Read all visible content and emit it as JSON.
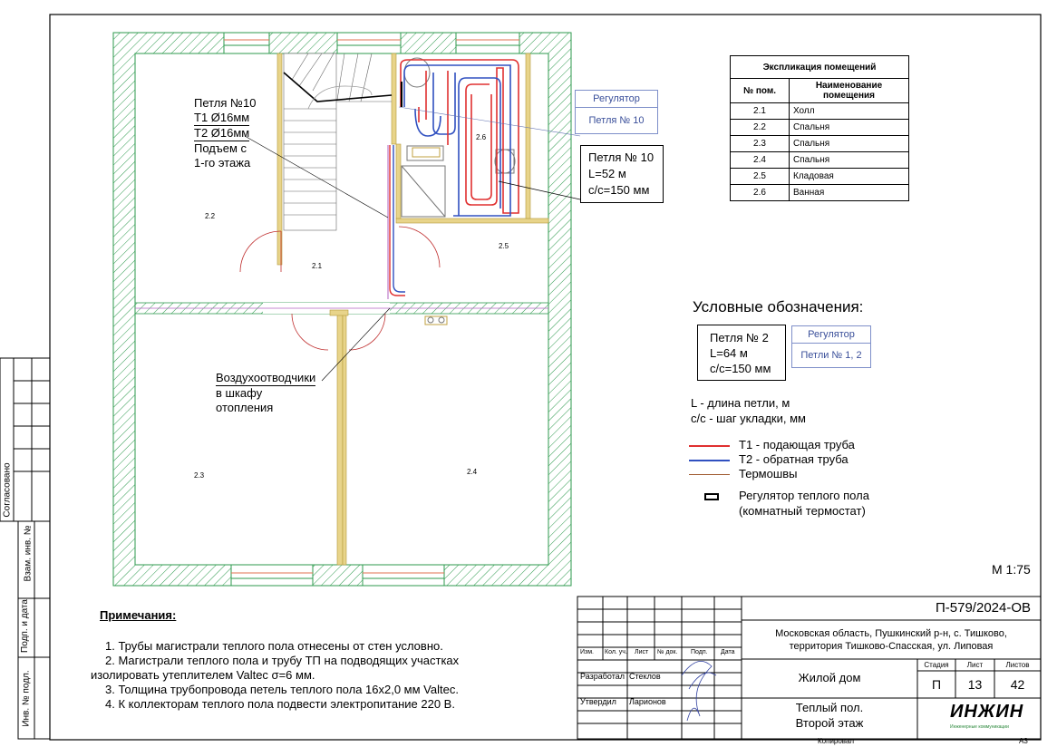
{
  "explication": {
    "title": "Экспликация помещений",
    "col_num": "№ пом.",
    "col_name": "Наименование помещения",
    "rows": [
      {
        "num": "2.1",
        "name": "Холл"
      },
      {
        "num": "2.2",
        "name": "Спальня"
      },
      {
        "num": "2.3",
        "name": "Спальня"
      },
      {
        "num": "2.4",
        "name": "Спальня"
      },
      {
        "num": "2.5",
        "name": "Кладовая"
      },
      {
        "num": "2.6",
        "name": "Ванная"
      }
    ]
  },
  "plan": {
    "rooms": [
      "2.2",
      "2.1",
      "2.6",
      "2.5",
      "2.3",
      "2.4"
    ],
    "loop_label": {
      "title": "Петля №10",
      "t1": "Т1 Ø16мм",
      "t2": "Т2 Ø16мм",
      "rise_1": "Подъем с",
      "rise_2": "1-го этажа"
    },
    "air_label": {
      "line1": "Воздухоотводчики",
      "line2": "в шкафу",
      "line3": "отопления"
    },
    "regulator": {
      "title": "Регулятор",
      "value": "Петля № 10"
    },
    "loop_box": {
      "line1": "Петля № 10",
      "line2": "L=52 м",
      "line3": "с/с=150 мм"
    }
  },
  "legend": {
    "title": "Условные обозначения:",
    "box": {
      "line1": "Петля № 2",
      "line2": "L=64 м",
      "line3": "с/с=150 мм"
    },
    "regulator": {
      "title": "Регулятор",
      "value": "Петли № 1, 2"
    },
    "l_def": "L - длина петли, м",
    "cc_def": "с/с - шаг укладки, мм",
    "items": [
      {
        "color": "#e03030",
        "label": "Т1 - подающая труба"
      },
      {
        "color": "#3050c0",
        "label": "Т2 - обратная труба"
      },
      {
        "color": "#a05a30",
        "label": "Термошвы"
      }
    ],
    "thermostat_1": "Регулятор теплого пола",
    "thermostat_2": "(комнатный термостат)"
  },
  "scale": "М 1:75",
  "notes": {
    "title": "Примечания:",
    "items": [
      "1.    Трубы магистрали теплого пола отнесены от стен условно.",
      "2.    Магистрали теплого пола и трубу ТП на подводящих участках",
      "изолировать утеплителем Valtec σ=6 мм.",
      "3.    Толщина трубопровода петель теплого пола 16х2,0 мм Valtec.",
      "4.    К коллекторам теплого пола подвести электропитание 220 В."
    ]
  },
  "side": {
    "agreed": "Согласовано",
    "replace": "Взам. инв. №",
    "sign_date": "Подп. и дата",
    "inv": "Инв. № подл."
  },
  "stamp": {
    "code": "П-579/2024-ОВ",
    "address_1": "Московская область, Пушкинский р-н, с. Тишково,",
    "address_2": "территория Тишково-Спасская, ул. Липовая",
    "cols": [
      "Изм.",
      "Кол. уч.",
      "Лист",
      "№ док.",
      "Подп.",
      "Дата"
    ],
    "dev_role": "Разработал",
    "dev_name": "Стеклов",
    "appr_role": "Утвердил",
    "appr_name": "Ларионов",
    "object": "Жилой дом",
    "stage_h": "Стадия",
    "sheet_h": "Лист",
    "sheets_h": "Листов",
    "stage": "П",
    "sheet": "13",
    "sheets": "42",
    "title_1": "Теплый пол.",
    "title_2": "Второй этаж",
    "logo": "ИНЖИН",
    "logo_sub": "Инженерные коммуникации",
    "copied": "Копировал",
    "format": "А3"
  },
  "colors": {
    "supply": "#e03030",
    "return": "#3050c0",
    "thermo": "#a05a30",
    "wall_hatch": "#2e9a4e",
    "partition": "#c8a94a"
  }
}
